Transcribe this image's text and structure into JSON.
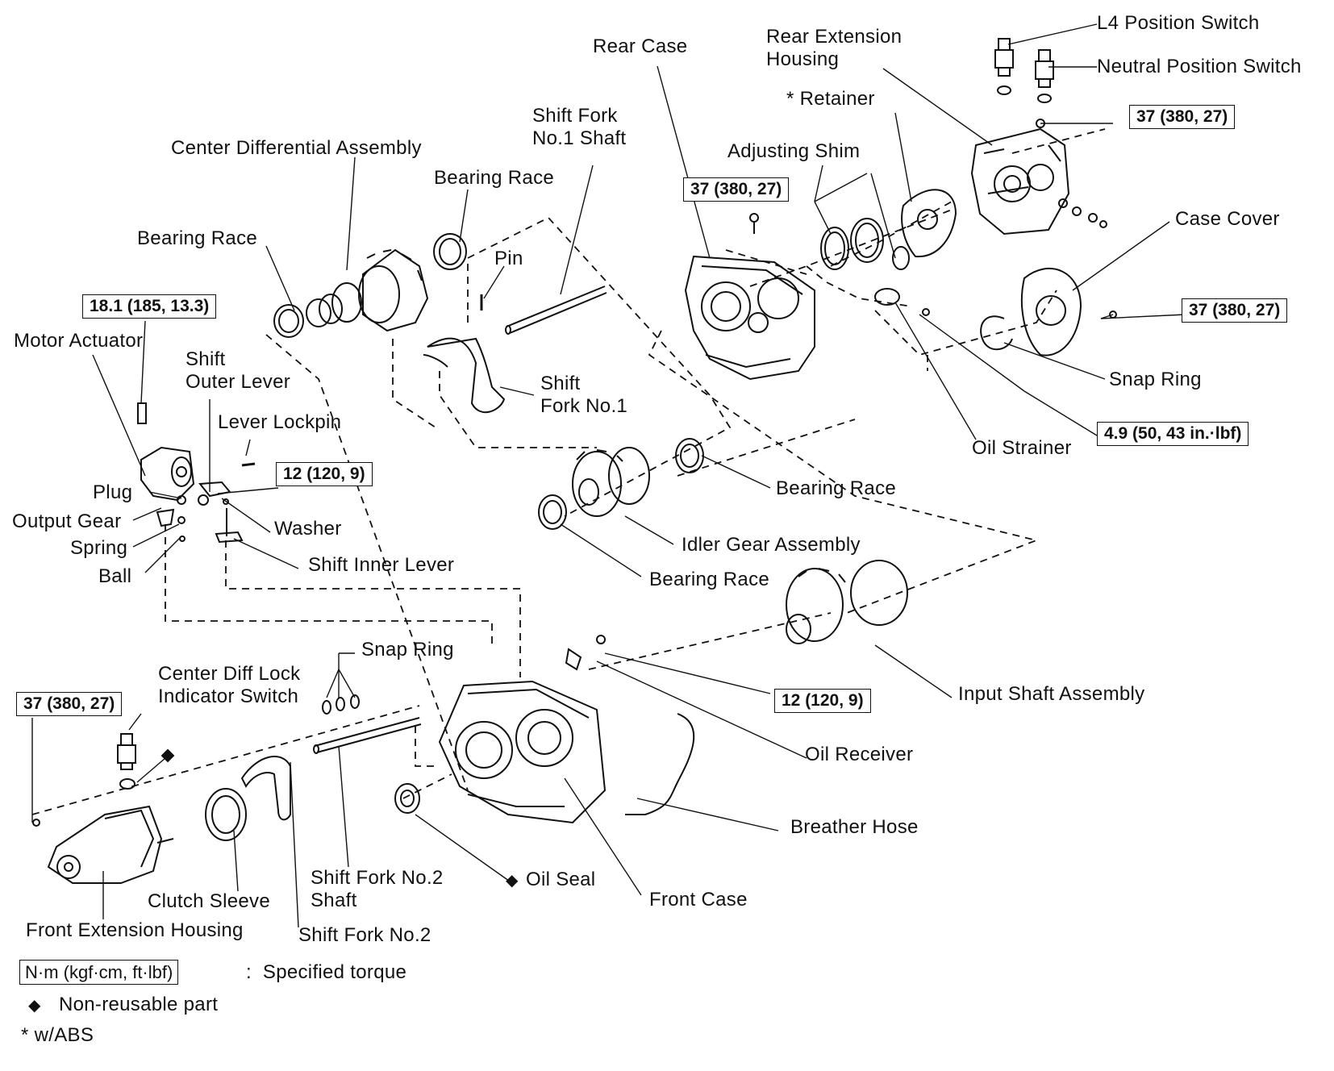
{
  "labels": {
    "l4_switch": "L4 Position Switch",
    "neutral_switch": "Neutral Position Switch",
    "rear_ext_housing": "Rear Extension\nHousing",
    "rear_case": "Rear Case",
    "retainer": "* Retainer",
    "shift_fork1_shaft": "Shift Fork\nNo.1 Shaft",
    "center_diff": "Center Differential Assembly",
    "adjusting_shim": "Adjusting Shim",
    "bearing_race_top": "Bearing Race",
    "case_cover": "Case Cover",
    "bearing_race_left": "Bearing Race",
    "pin": "Pin",
    "motor_actuator": "Motor Actuator",
    "shift_outer_lever": "Shift\nOuter Lever",
    "shift_fork1": "Shift\nFork No.1",
    "snap_ring_right": "Snap Ring",
    "lever_lockpin": "Lever Lockpin",
    "oil_strainer": "Oil Strainer",
    "plug": "Plug",
    "output_gear": "Output Gear",
    "washer": "Washer",
    "bearing_race_mid": "Bearing Race",
    "spring": "Spring",
    "idler_gear": "Idler Gear Assembly",
    "ball": "Ball",
    "shift_inner_lever": "Shift Inner Lever",
    "bearing_race_low": "Bearing Race",
    "snap_ring_center": "Snap Ring",
    "center_diff_lock": "Center Diff Lock\nIndicator Switch",
    "input_shaft": "Input Shaft Assembly",
    "oil_receiver": "Oil Receiver",
    "breather_hose": "Breather Hose",
    "shift_fork2_shaft": "Shift Fork No.2\nShaft",
    "oil_seal": "Oil Seal",
    "front_case": "Front Case",
    "clutch_sleeve": "Clutch Sleeve",
    "front_ext_housing": "Front Extension Housing",
    "shift_fork2": "Shift Fork No.2"
  },
  "torques": {
    "t_l4": "37 (380, 27)",
    "t_rearcase": "37 (380, 27)",
    "t_casecover": "37 (380, 27)",
    "t_strainer": "4.9 (50, 43 in.·lbf)",
    "t_motor": "18.1 (185, 13.3)",
    "t_washer": "12 (120, 9)",
    "t_receiver": "12 (120, 9)",
    "t_front": "37 (380, 27)"
  },
  "legend": {
    "torque_units": "N·m (kgf·cm, ft·lbf)",
    "torque_desc": ":  Specified torque",
    "nonreusable_symbol": "◆",
    "nonreusable": "Non-reusable part",
    "abs": "* w/ABS",
    "oil_seal_symbol": "◆"
  }
}
